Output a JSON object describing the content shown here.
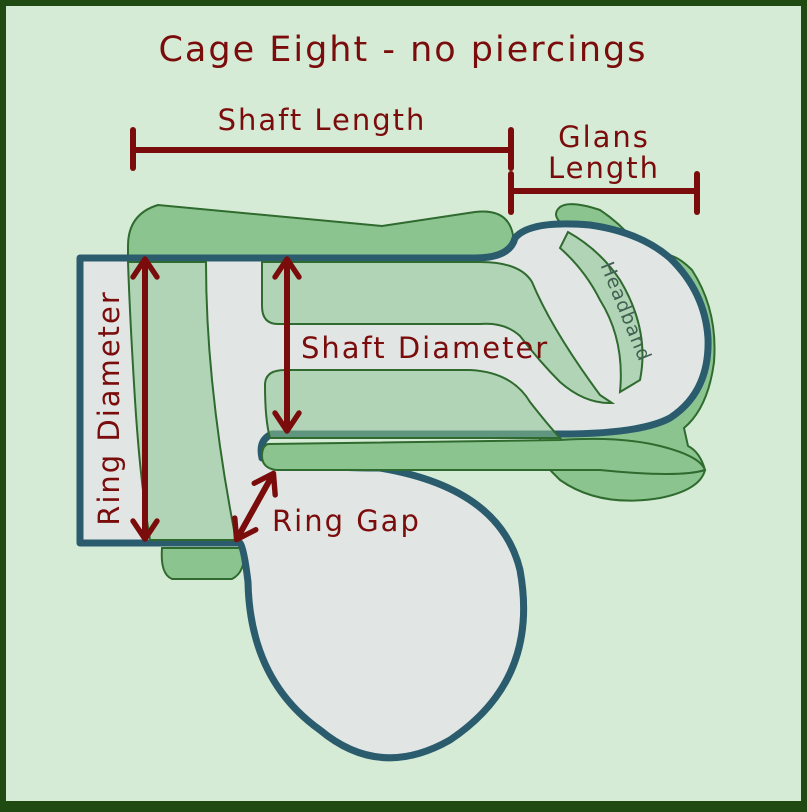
{
  "title": "Cage Eight - no piercings",
  "labels": {
    "shaft_length": "Shaft Length",
    "glans_length_1": "Glans",
    "glans_length_2": "Length",
    "ring_diameter": "Ring Diameter",
    "shaft_diameter": "Shaft Diameter",
    "ring_gap": "Ring Gap",
    "headband": "Headband"
  },
  "colors": {
    "frame": "#1f4a12",
    "background": "#d6ebd6",
    "cage_fill": "#8cc48f",
    "cage_stroke": "#2f6a2e",
    "body_fill": "#e1e6e4",
    "body_stroke": "#2a5c6e",
    "measure": "#7a0c0c"
  }
}
